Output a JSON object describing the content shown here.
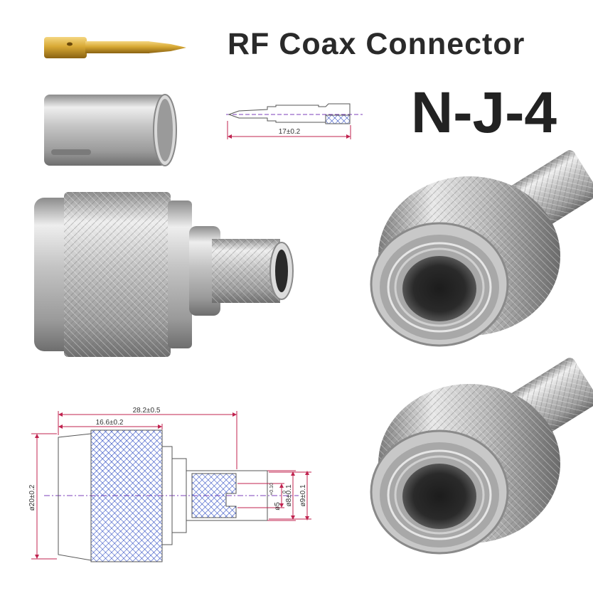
{
  "header": {
    "title": "RF Coax Connector",
    "model": "N-J-4"
  },
  "pin_drawing": {
    "length_label": "17±0.2"
  },
  "connector_drawing": {
    "overall_length": "28.2±0.5",
    "body_length": "16.6±0.2",
    "body_diameter": "ø20±0.2",
    "bore_diameter": "ø5",
    "bore_tolerance_upper": "+0.10",
    "bore_tolerance_lower": "0",
    "crimp_inner_diameter": "ø8±0.1",
    "crimp_outer_diameter": "ø9±0.1"
  },
  "colors": {
    "title_text": "#2a2a2a",
    "dimension_line": "#c0234f",
    "hatch_blue": "#1f3fbf",
    "gold": "#d8a935",
    "silver": "#c8c8c8"
  }
}
